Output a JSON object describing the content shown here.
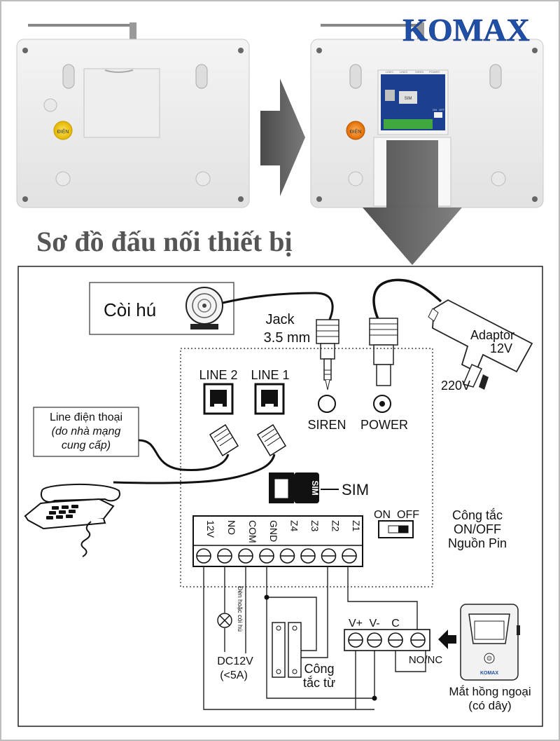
{
  "brand": {
    "logo_text": "KOMAX",
    "colors": {
      "blue": "#1f4fa6",
      "red": "#d7261e"
    }
  },
  "title": "Sơ đồ đấu nối thiết bị",
  "photos": {
    "left_label": "ĐIỆN",
    "right_label": "ĐIỆN",
    "board_ports": [
      "LINE1",
      "LINE2",
      "SIREN",
      "POWER"
    ],
    "board_switch": [
      "ON",
      "OFF"
    ],
    "board_sim": "SIM"
  },
  "diagram": {
    "siren_label": "Còi hú",
    "jack_label_1": "Jack",
    "jack_label_2": "3.5 mm",
    "adaptor_label_1": "Adaptor",
    "adaptor_label_2": "12V",
    "mains_label": "220V",
    "line2": "LINE 2",
    "line1": "LINE 1",
    "siren_port": "SIREN",
    "power_port": "POWER",
    "phone_line_1": "Line điện thoại",
    "phone_line_2": "(do nhà mạng",
    "phone_line_3": "cung cấp)",
    "sim_card_text": "SIM",
    "sim_label": "SIM",
    "switch_on": "ON",
    "switch_off": "OFF",
    "switch_desc_1": "Công tắc",
    "switch_desc_2": "ON/OFF",
    "switch_desc_3": "Nguồn Pin",
    "terminals": [
      "12V",
      "NO",
      "COM",
      "GND",
      "Z4",
      "Z3",
      "Z2",
      "Z1"
    ],
    "lamp_note": "Đèn hoặc còi hú",
    "dc_label_1": "DC12V",
    "dc_label_2": "(<5A)",
    "reed_label_1": "Công",
    "reed_label_2": "tắc từ",
    "pir_terminals": [
      "V+",
      "V-",
      "C"
    ],
    "pir_nonc": "NO/NC",
    "pir_logo": "KOMAX",
    "pir_label_1": "Mắt hồng ngoại",
    "pir_label_2": "(có dây)"
  }
}
